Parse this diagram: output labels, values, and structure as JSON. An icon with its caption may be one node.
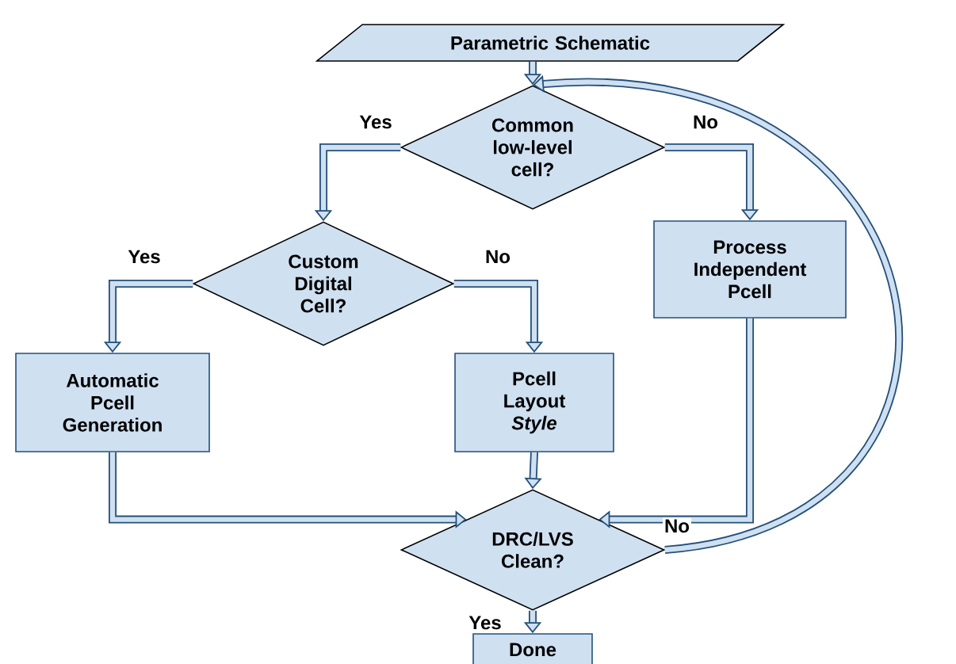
{
  "diagram": {
    "nodes": [
      {
        "text": [
          "Parametric Schematic"
        ]
      },
      {
        "text": [
          "Common low-level cell?"
        ]
      },
      {
        "text": [
          "Custom Digital Cell?"
        ]
      },
      {
        "text": [
          "Process Independent Pcell"
        ]
      },
      {
        "text": [
          "Automatic Pcell Generation"
        ]
      },
      {
        "text": [
          "Pcell Layout *Style*"
        ]
      },
      {
        "text": [
          "DRC/LVS Clean?"
        ]
      },
      {
        "text": [
          "Done"
        ]
      }
    ],
    "edges": [
      {
        "from": 0,
        "to": 1,
        "arrow": "to"
      },
      {
        "from": 1,
        "to": 2,
        "arrow": "to",
        "label": "Yes"
      },
      {
        "from": 1,
        "to": 3,
        "arrow": "to",
        "label": "No"
      },
      {
        "from": 2,
        "to": 4,
        "arrow": "to",
        "label": "Yes"
      },
      {
        "from": 2,
        "to": 5,
        "arrow": "to",
        "label": "No"
      },
      {
        "from": 4,
        "to": 6,
        "arrow": "to"
      },
      {
        "from": 5,
        "to": 6,
        "arrow": "to"
      },
      {
        "from": 3,
        "to": 6,
        "arrow": "to"
      },
      {
        "from": 6,
        "to": 1,
        "arrow": "to",
        "label": "No"
      },
      {
        "from": 6,
        "to": 7,
        "arrow": "to",
        "label": "Yes"
      }
    ]
  }
}
